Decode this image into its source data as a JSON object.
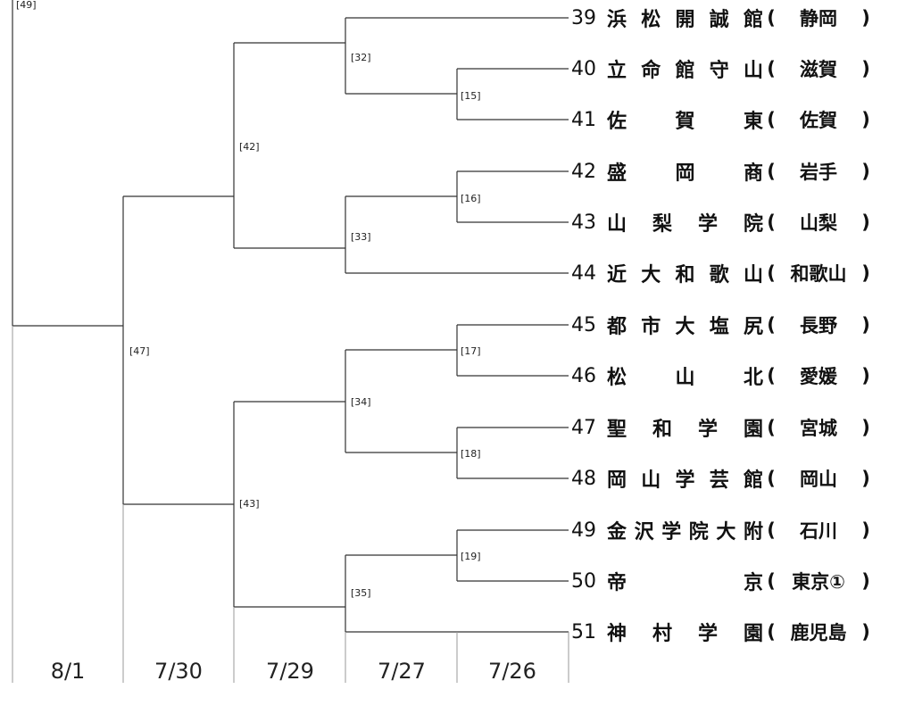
{
  "matches": [
    {
      "id": "m49",
      "label": "[49]"
    },
    {
      "id": "m47",
      "label": "[47]"
    },
    {
      "id": "m42",
      "label": "[42]"
    },
    {
      "id": "m43",
      "label": "[43]"
    },
    {
      "id": "m32",
      "label": "[32]"
    },
    {
      "id": "m33",
      "label": "[33]"
    },
    {
      "id": "m34",
      "label": "[34]"
    },
    {
      "id": "m35",
      "label": "[35]"
    },
    {
      "id": "m15",
      "label": "[15]"
    },
    {
      "id": "m16",
      "label": "[16]"
    },
    {
      "id": "m17",
      "label": "[17]"
    },
    {
      "id": "m18",
      "label": "[18]"
    },
    {
      "id": "m19",
      "label": "[19]"
    }
  ],
  "dates": [
    "8/1",
    "7/30",
    "7/29",
    "7/27",
    "7/26"
  ],
  "teams": [
    {
      "num": "39",
      "name": "浜松開誠館",
      "pref": "静岡"
    },
    {
      "num": "40",
      "name": "立命館守山",
      "pref": "滋賀"
    },
    {
      "num": "41",
      "name": "佐賀東",
      "pref": "佐賀"
    },
    {
      "num": "42",
      "name": "盛岡商",
      "pref": "岩手"
    },
    {
      "num": "43",
      "name": "山梨学院",
      "pref": "山梨"
    },
    {
      "num": "44",
      "name": "近大和歌山",
      "pref": "和歌山"
    },
    {
      "num": "45",
      "name": "都市大塩尻",
      "pref": "長野"
    },
    {
      "num": "46",
      "name": "松山北",
      "pref": "愛媛"
    },
    {
      "num": "47",
      "name": "聖和学園",
      "pref": "宮城"
    },
    {
      "num": "48",
      "name": "岡山学芸館",
      "pref": "岡山"
    },
    {
      "num": "49",
      "name": "金沢学院大附",
      "pref": "石川"
    },
    {
      "num": "50",
      "name": "帝京",
      "pref": "東京①"
    },
    {
      "num": "51",
      "name": "神村学園",
      "pref": "鹿児島"
    }
  ],
  "symbols": {
    "open_paren": "(",
    "close_paren": ")"
  }
}
